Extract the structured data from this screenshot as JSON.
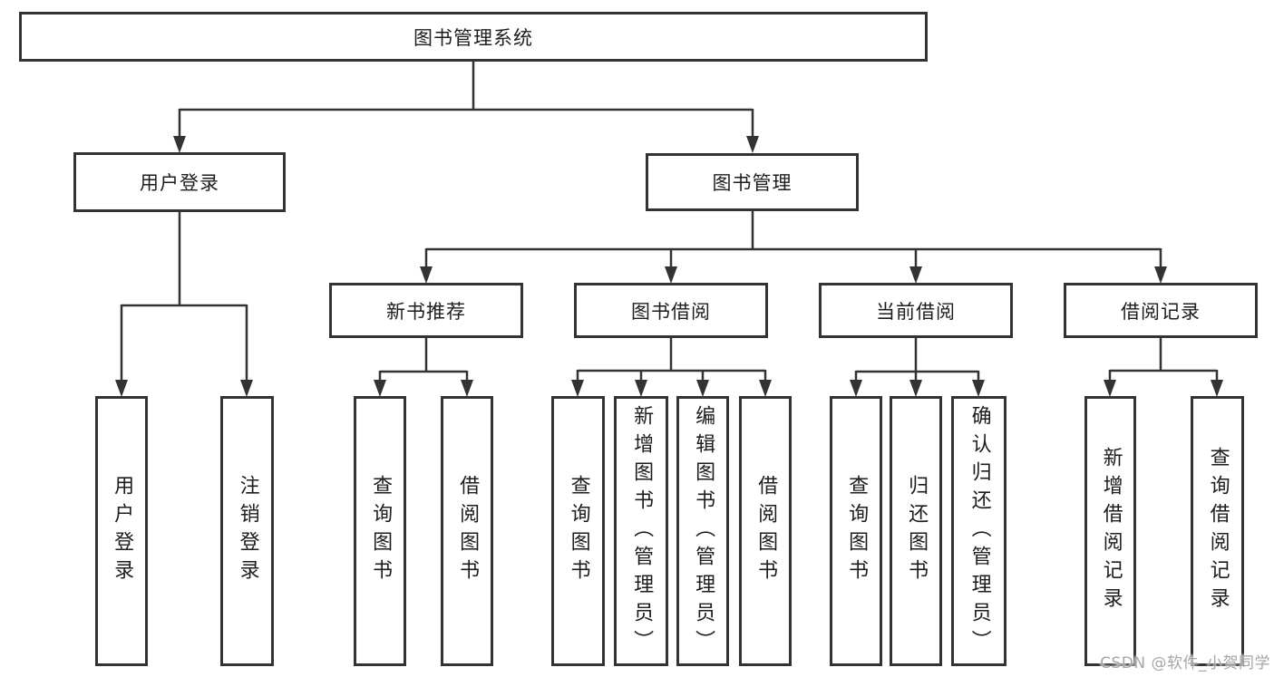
{
  "diagram": {
    "root": "图书管理系统",
    "branches": [
      {
        "label": "用户登录",
        "children": [
          "用户登录",
          "注销登录"
        ]
      },
      {
        "label": "图书管理",
        "children": [
          {
            "label": "新书推荐",
            "children": [
              "查询图书",
              "借阅图书"
            ]
          },
          {
            "label": "图书借阅",
            "children": [
              "查询图书",
              "新增图书（管理员）",
              "编辑图书（管理员）",
              "借阅图书"
            ]
          },
          {
            "label": "当前借阅",
            "children": [
              "查询图书",
              "归还图书",
              "确认归还（管理员）"
            ]
          },
          {
            "label": "借阅记录",
            "children": [
              "新增借阅记录",
              "查询借阅记录"
            ]
          }
        ]
      }
    ]
  },
  "watermark": "CSDN @软件_小贺同学",
  "colors": {
    "line": "#333333",
    "box_border": "#333333",
    "text": "#1d1d1d",
    "background": "#ffffff",
    "watermark": "#a6a6a6"
  }
}
